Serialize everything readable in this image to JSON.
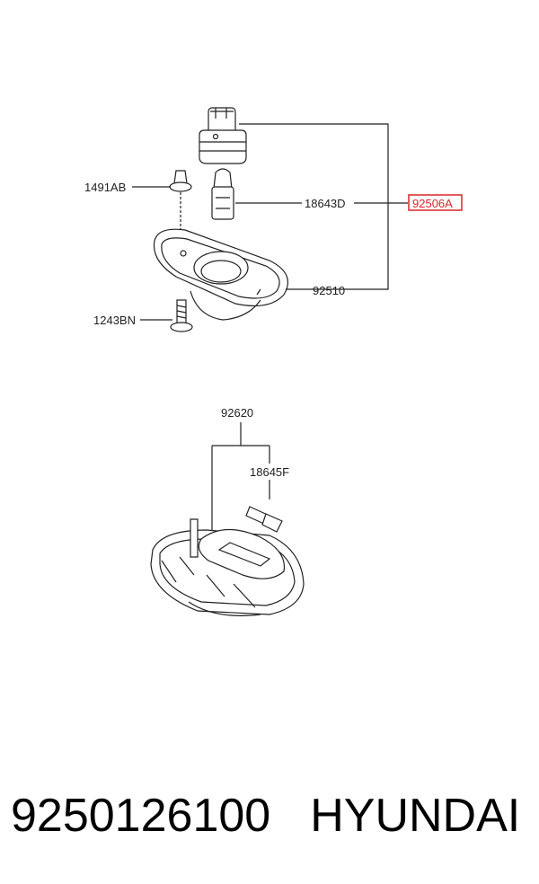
{
  "labels": {
    "bulb_socket_assy": "92506A",
    "screw_top": "1491AB",
    "bulb_top": "18643D",
    "lens_housing": "92510",
    "screw_bottom": "1243BN",
    "lamp_assy": "92620",
    "bulb_bottom": "18645F"
  },
  "footer": {
    "part_number": "9250126100",
    "brand": "HYUNDAI"
  },
  "colors": {
    "highlight": "#d9262c",
    "line": "#222222"
  }
}
